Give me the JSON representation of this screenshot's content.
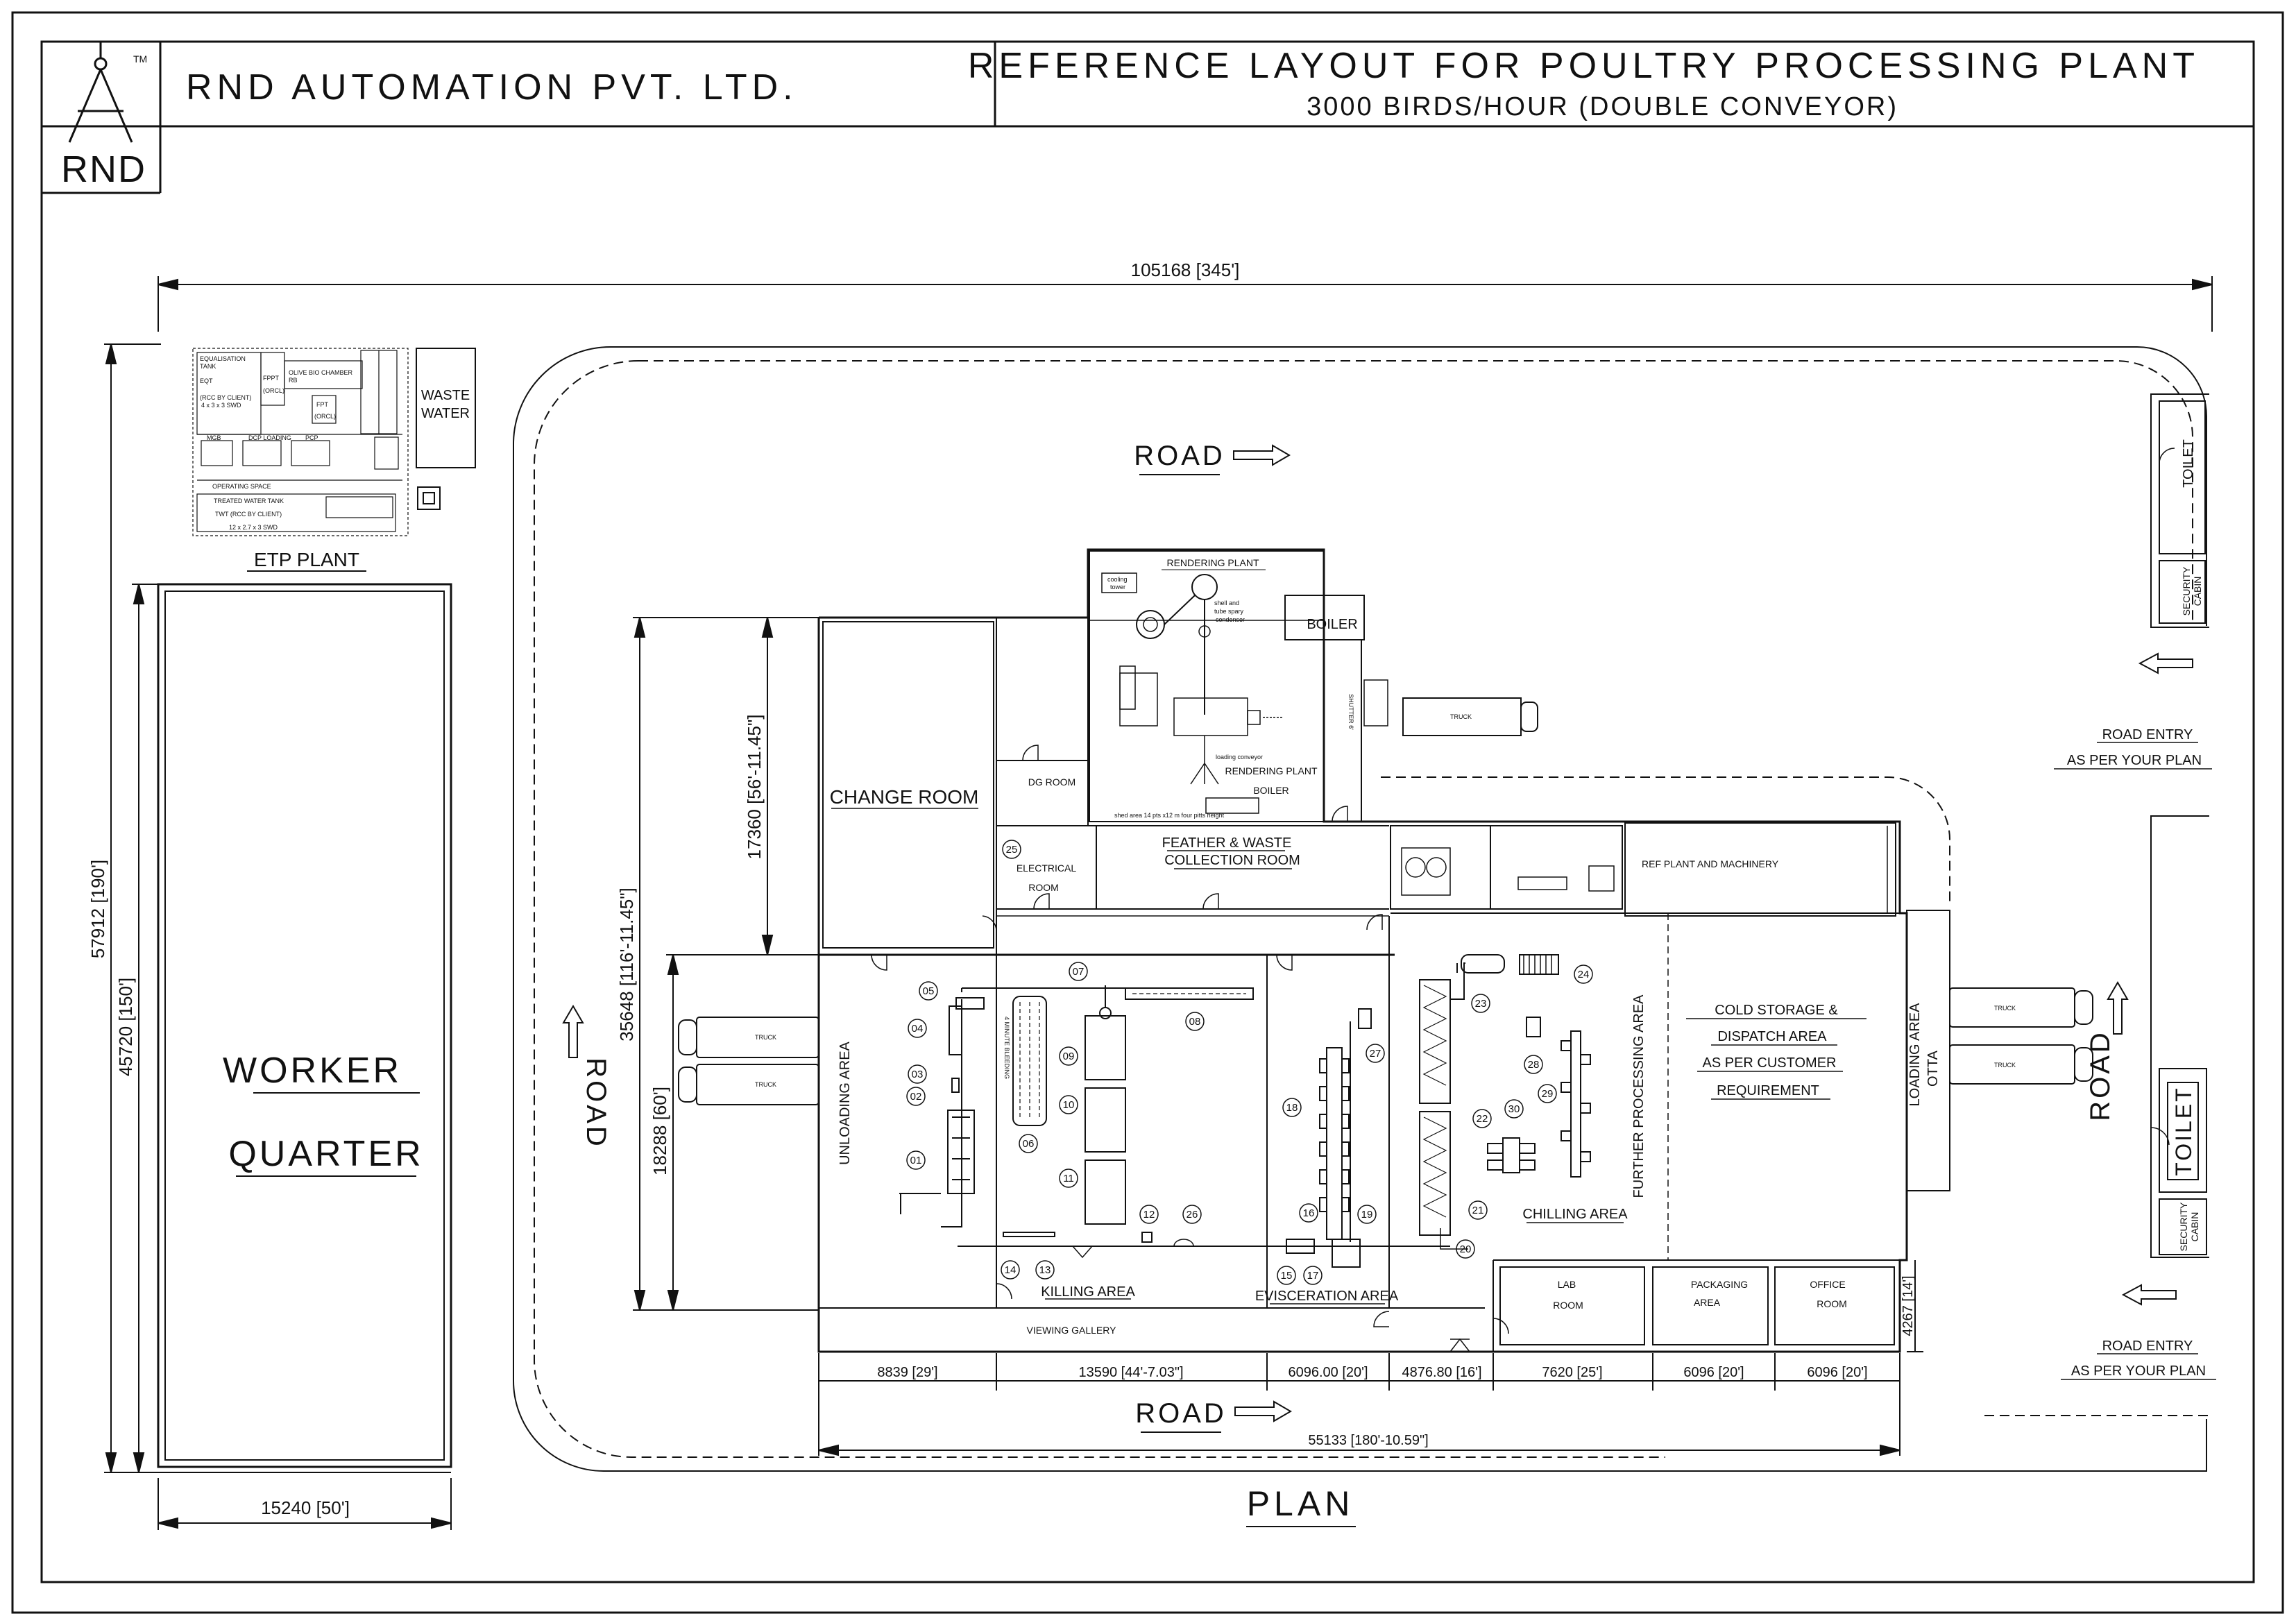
{
  "header": {
    "logo_text": "RND",
    "trademark": "TM",
    "company": "RND AUTOMATION PVT. LTD.",
    "title": "REFERENCE LAYOUT FOR POULTRY PROCESSING PLANT",
    "subtitle": "3000 BIRDS/HOUR (DOUBLE CONVEYOR)"
  },
  "dimensions": {
    "overall_width": "105168 [345']",
    "overall_height": "57912 [190']",
    "worker_height": "45720 [150']",
    "worker_width": "15240 [50']",
    "building_height": "35648 [116'-11.45\"]",
    "upper_block": "17360 [56'-11.45\"]",
    "lower_block": "18288 [60']",
    "building_width": "55133 [180'-10.59\"]",
    "seg_unloading": "8839 [29']",
    "seg_killing": "13590 [44'-7.03\"]",
    "seg_evisceration": "6096.00 [20']",
    "seg_corridor": "4876.80 [16']",
    "seg_lab": "7620 [25']",
    "seg_packaging": "6096 [20']",
    "seg_office": "6096 [20']",
    "seg_right": "4267 [14']"
  },
  "labels": {
    "plan": "PLAN",
    "road": "ROAD",
    "road_entry_1": "ROAD ENTRY",
    "road_entry_2": "AS PER YOUR PLAN",
    "worker_1": "WORKER",
    "worker_2": "QUARTER",
    "etp_plant": "ETP PLANT",
    "waste_1": "WASTE",
    "waste_2": "WATER",
    "toilet": "TOILET",
    "security_1": "SECURITY",
    "security_2": "CABIN",
    "truck": "TRUCK",
    "rendering_plant": "RENDERING PLANT",
    "cooling_1": "cooling",
    "cooling_2": "tower",
    "condenser_1": "shell and",
    "condenser_2": "tube spary",
    "condenser_3": "condenser",
    "boiler": "BOILER",
    "shutter": "SHUTTER 6'",
    "rendering_boiler_1": "RENDERING PLANT",
    "rendering_boiler_2": "BOILER",
    "loading_conveyor": "loading conveyor",
    "shed_note": "shed area 14 pts x12 m four pitts height",
    "change_room": "CHANGE ROOM",
    "dg_room": "DG ROOM",
    "electrical_1": "ELECTRICAL",
    "electrical_2": "ROOM",
    "feather_1": "FEATHER & WASTE",
    "feather_2": "COLLECTION ROOM",
    "ref_plant": "REF PLANT AND MACHINERY",
    "cold_1": "COLD STORAGE &",
    "cold_2": "DISPATCH AREA",
    "cold_3": "AS PER CUSTOMER",
    "cold_4": "REQUIREMENT",
    "loading_1": "LOADING AREA",
    "loading_2": "OTTA",
    "unloading": "UNLOADING AREA",
    "bleeding": "4 MINUTE BLEEDING",
    "killing": "KILLING AREA",
    "evisceration": "EVISCERATION AREA",
    "further": "FURTHER PROCESSING AREA",
    "chilling": "CHILLING AREA",
    "lab_1": "LAB",
    "lab_2": "ROOM",
    "pack_1": "PACKAGING",
    "pack_2": "AREA",
    "office_1": "OFFICE",
    "office_2": "ROOM",
    "viewing": "VIEWING GALLERY"
  },
  "etp": {
    "eq_1": "EQUALISATION",
    "eq_2": "TANK",
    "eq_3": "EQT",
    "eq_4": "(RCC BY CLIENT)",
    "eq_5": "4 x 3 x 3 SWD",
    "fpt": "FPPT",
    "fpt_2": "(ORCL)",
    "bio": "OLIVE BIO CHAMBER",
    "bio_2": "RB",
    "fpt_b": "FPT",
    "fpt_b2": "(ORCL)",
    "mgb": "MGB",
    "dcp": "DCP LOADING",
    "pcp": "PCP",
    "operating": "OPERATING SPACE",
    "tw_1": "TREATED WATER TANK",
    "tw_2": "TWT (RCC BY CLIENT)",
    "tw_3": "12 x 2.7 x 3 SWD"
  },
  "equipment": [
    "01",
    "02",
    "03",
    "04",
    "05",
    "06",
    "07",
    "08",
    "09",
    "10",
    "11",
    "12",
    "13",
    "14",
    "15",
    "16",
    "17",
    "18",
    "19",
    "20",
    "21",
    "22",
    "23",
    "24",
    "25",
    "26",
    "27",
    "28",
    "29",
    "30"
  ]
}
